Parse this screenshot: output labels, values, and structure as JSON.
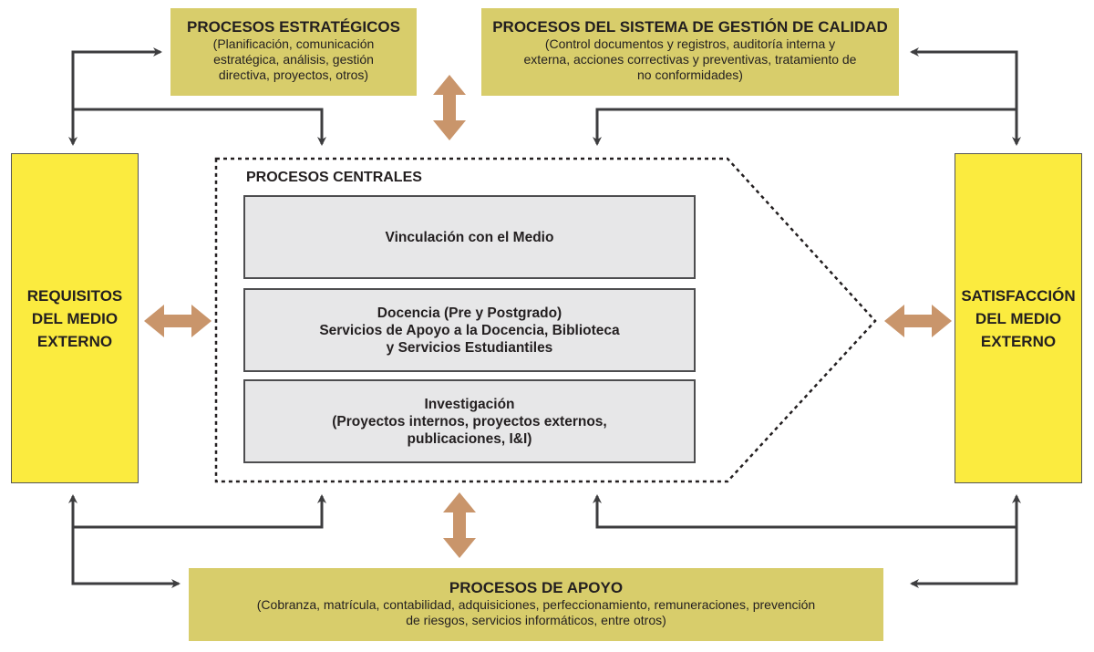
{
  "strategic": {
    "title": "PROCESOS ESTRATÉGICOS",
    "lines": [
      "(Planificación, comunicación",
      "estratégica, análisis, gestión",
      "directiva, proyectos, otros)"
    ]
  },
  "quality": {
    "title": "PROCESOS DEL SISTEMA DE GESTIÓN DE CALIDAD",
    "lines": [
      "(Control documentos y registros, auditoría interna y",
      "externa, acciones correctivas y preventivas, tratamiento de",
      "no conformidades)"
    ]
  },
  "requirements": {
    "lines": [
      "REQUISITOS",
      "DEL MEDIO",
      "EXTERNO"
    ]
  },
  "satisfaction": {
    "lines": [
      "SATISFACCIÓN",
      "DEL MEDIO",
      "EXTERNO"
    ]
  },
  "central": {
    "label": "PROCESOS CENTRALES",
    "boxes": [
      {
        "lines": [
          "Vinculación con el Medio"
        ]
      },
      {
        "lines": [
          "Docencia (Pre y Postgrado)",
          "Servicios de Apoyo a la Docencia, Biblioteca",
          "y Servicios Estudiantiles"
        ]
      },
      {
        "lines": [
          "Investigación",
          "(Proyectos internos, proyectos externos,",
          "publicaciones, I&I)"
        ]
      }
    ]
  },
  "support": {
    "title": "PROCESOS DE APOYO",
    "lines": [
      "(Cobranza, matrícula, contabilidad, adquisiciones, perfeccionamiento, remuneraciones, prevención",
      "de riesgos, servicios informáticos, entre otros)"
    ]
  },
  "colors": {
    "khaki": "#d8cd6b",
    "yellow": "#fbeb3f",
    "grey_box": "#e7e7e8",
    "double_arrow": "#c9956b",
    "connector": "#3d3d3f"
  }
}
